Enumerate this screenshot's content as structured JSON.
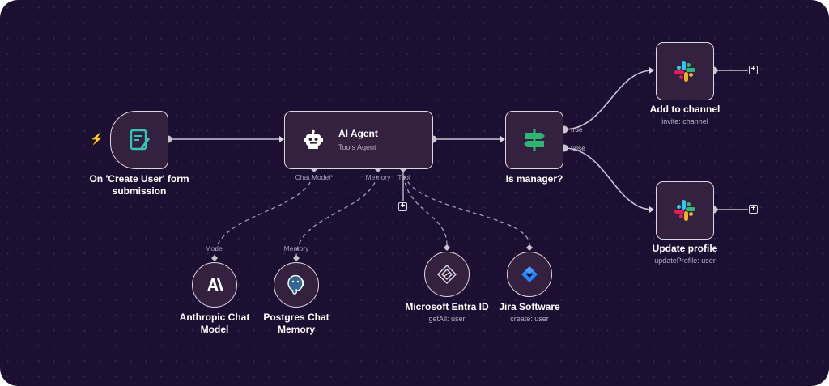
{
  "nodes": {
    "trigger": {
      "label": "On 'Create User' form submission",
      "icon": "form-icon"
    },
    "agent": {
      "title": "AI Agent",
      "subtitle": "Tools Agent",
      "icon": "robot-icon"
    },
    "switch": {
      "label": "Is manager?",
      "icon": "signpost-icon",
      "branch_true": "true",
      "branch_false": "false"
    },
    "add_channel": {
      "label": "Add to channel",
      "subtitle": "invite: channel",
      "icon": "slack-icon"
    },
    "update_profile": {
      "label": "Update profile",
      "subtitle": "updateProfile: user",
      "icon": "slack-icon"
    },
    "anthropic": {
      "label": "Anthropic Chat Model",
      "port": "Model",
      "icon": "anthropic-icon"
    },
    "postgres": {
      "label": "Postgres Chat Memory",
      "port": "Memory",
      "icon": "postgres-icon"
    },
    "entra": {
      "label": "Microsoft Entra ID",
      "subtitle": "getAll: user",
      "icon": "entra-icon"
    },
    "jira": {
      "label": "Jira Software",
      "subtitle": "create: user",
      "icon": "jira-icon"
    }
  },
  "agent_ports": {
    "chat_model": "Chat Model*",
    "memory": "Memory",
    "tool": "Tool"
  },
  "colors": {
    "canvas": "#1d0f31",
    "node_fill": "#33213f",
    "node_border": "#dcd6e2",
    "form_teal": "#36c7b4",
    "signpost_green": "#2fb573",
    "jira_blue": "#2684ff",
    "trigger_bolt": "#ff6d5a"
  }
}
